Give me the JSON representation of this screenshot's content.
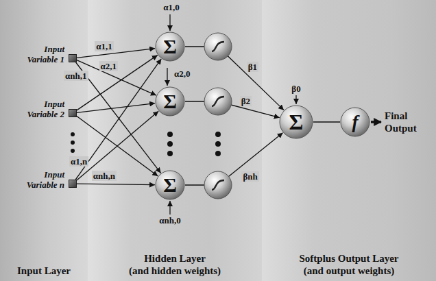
{
  "diagram": {
    "nodes": [
      {
        "text": [
          "Input Layer"
        ]
      },
      {
        "text": [
          "Input Variable 1"
        ],
        "in": 0
      },
      {
        "text": [
          "Input Variable 2"
        ],
        "in": 0
      },
      {
        "text": [
          "Input Variable n"
        ],
        "in": 0
      },
      {
        "text": [
          "Hidden Layer",
          "(and hidden weights)"
        ]
      },
      {
        "text": [
          "Σ"
        ],
        "in": 4
      },
      {
        "text": [
          "Σ"
        ],
        "in": 4
      },
      {
        "text": [
          "Σ"
        ],
        "in": 4
      },
      {
        "text": [
          "Softplus Output Layer",
          "(and output weights)"
        ]
      },
      {
        "text": [
          "Σ"
        ],
        "in": 8
      },
      {
        "text": [
          "f"
        ],
        "in": 8
      }
    ],
    "edges": [
      {
        "from": 1,
        "to": 5,
        "arrow": "to",
        "label": "α1,1"
      },
      {
        "from": 1,
        "to": 6,
        "arrow": "to",
        "label": "α2,1"
      },
      {
        "from": 1,
        "to": 7,
        "arrow": "to",
        "label": "αnh,1"
      },
      {
        "from": 2,
        "to": 5,
        "arrow": "to"
      },
      {
        "from": 2,
        "to": 6,
        "arrow": "to"
      },
      {
        "from": 2,
        "to": 7,
        "arrow": "to"
      },
      {
        "from": 3,
        "to": 5,
        "arrow": "to",
        "label": "α1,n"
      },
      {
        "from": 3,
        "to": 6,
        "arrow": "to"
      },
      {
        "from": 3,
        "to": 7,
        "arrow": "to",
        "label": "αnh,n"
      },
      {
        "from": 5,
        "to": 9,
        "arrow": "to",
        "label": "β1"
      },
      {
        "from": 6,
        "to": 9,
        "arrow": "to",
        "label": "β2"
      },
      {
        "from": 7,
        "to": 9,
        "arrow": "to",
        "label": "βnh"
      },
      {
        "from": 9,
        "to": 10,
        "arrow": "none"
      }
    ],
    "labels": [
      "α1,0",
      "α2,0",
      "αnh,0",
      "β0",
      "Final Output"
    ]
  }
}
